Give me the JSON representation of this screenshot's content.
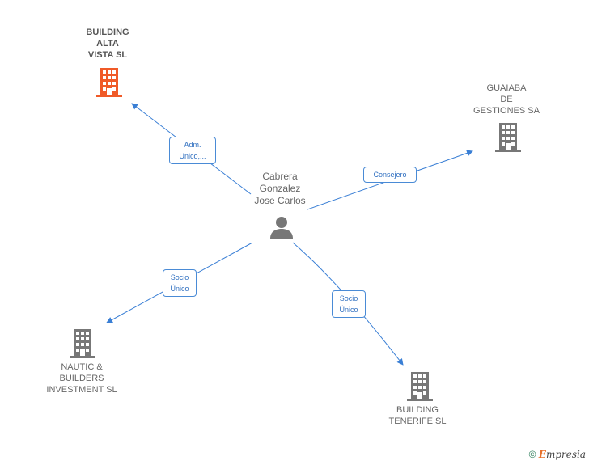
{
  "center": {
    "name": "Cabrera\nGonzalez\nJose Carlos"
  },
  "companies": [
    {
      "id": "building-alta-vista",
      "label": "BUILDING\nALTA\nVISTA  SL",
      "color": "#f05a28"
    },
    {
      "id": "guaiaba",
      "label": "GUAIABA\nDE\nGESTIONES SA",
      "color": "#777777"
    },
    {
      "id": "nautic",
      "label": "NAUTIC &\nBUILDERS\nINVESTMENT SL",
      "color": "#777777"
    },
    {
      "id": "building-tenerife",
      "label": "BUILDING\nTENERIFE  SL",
      "color": "#777777"
    }
  ],
  "relations": [
    {
      "label": "Adm.\nUnico,..."
    },
    {
      "label": "Consejero"
    },
    {
      "label": "Socio\nÚnico"
    },
    {
      "label": "Socio\nÚnico"
    }
  ],
  "footer": {
    "copyright": "©",
    "brand_e": "E",
    "brand_rest": "mpresia"
  },
  "colors": {
    "edge": "#3a7fd5",
    "accent": "#f05a28",
    "building": "#777777",
    "person": "#777777"
  }
}
